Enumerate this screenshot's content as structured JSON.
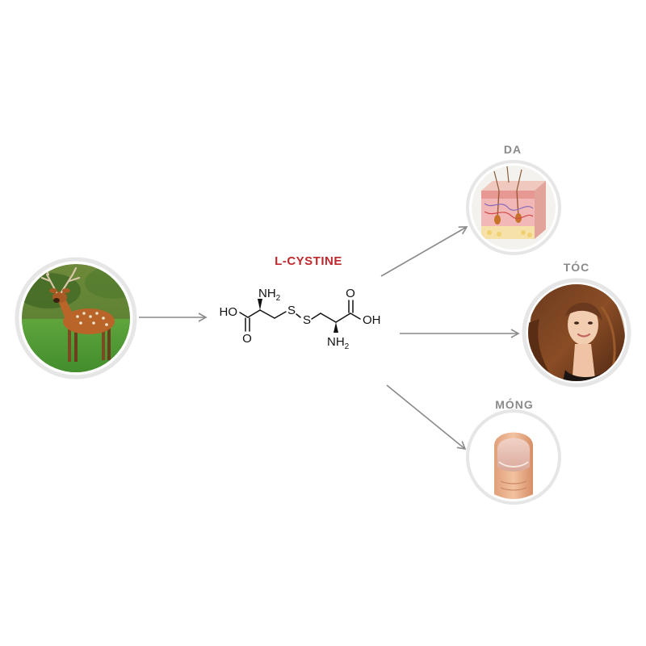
{
  "title": "L-CYSTINE",
  "molecule": {
    "left_acid": "HO",
    "left_carbonyl": "O",
    "left_amine": "NH",
    "left_amine_sub": "2",
    "sulfur_1": "S",
    "sulfur_2": "S",
    "right_amine": "NH",
    "right_amine_sub": "2",
    "right_carbonyl": "O",
    "right_acid": "OH"
  },
  "targets": {
    "skin": "DA",
    "hair": "TÓC",
    "nail": "MÓNG"
  },
  "colors": {
    "title": "#c0282d",
    "label": "#8a8a8a",
    "arrow": "#8a8a8a",
    "ring": "#e6e6e6"
  }
}
